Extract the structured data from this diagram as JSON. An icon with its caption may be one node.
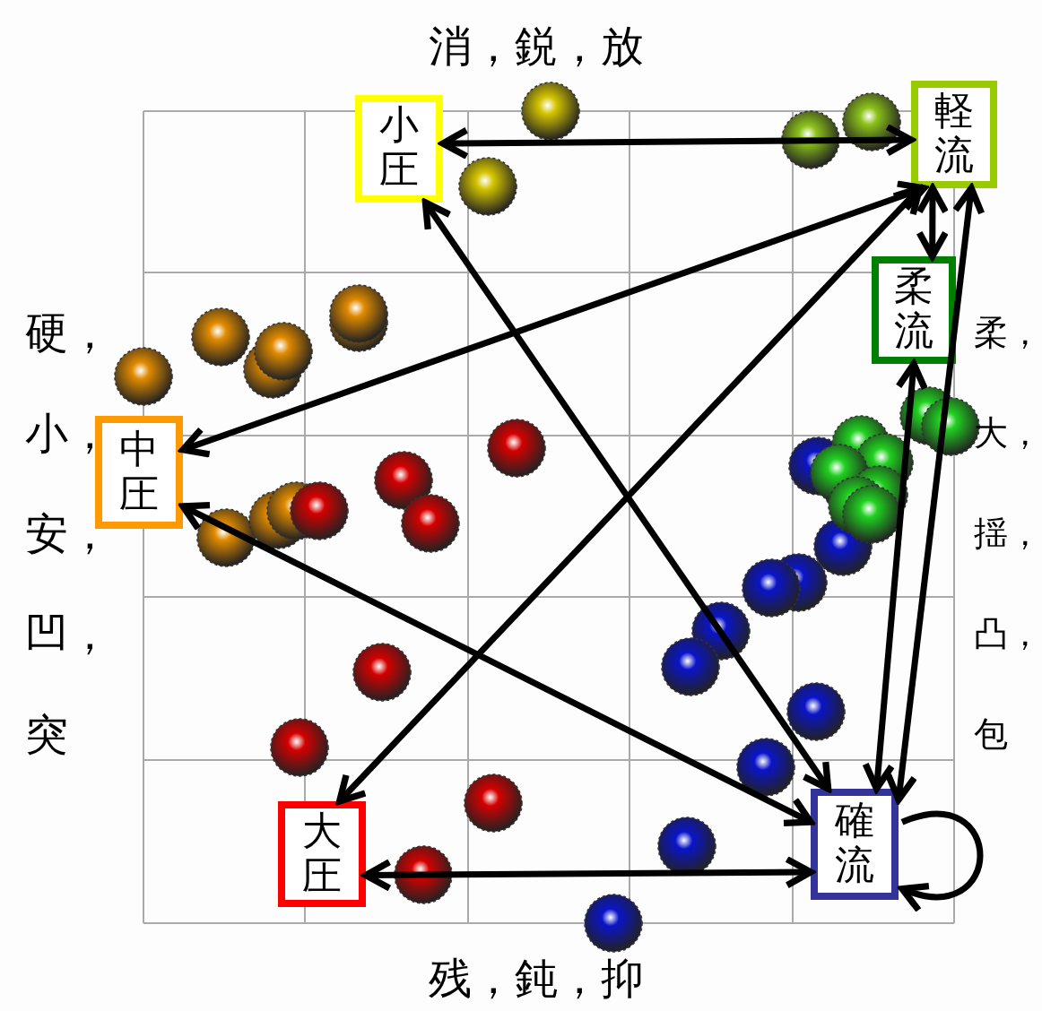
{
  "diagram": {
    "nodes": [
      {
        "text": [
          "小圧"
        ]
      },
      {
        "text": [
          "軽流"
        ]
      },
      {
        "text": [
          "柔流"
        ]
      },
      {
        "text": [
          "中圧"
        ]
      },
      {
        "text": [
          "大圧"
        ]
      },
      {
        "text": [
          "確流"
        ]
      }
    ],
    "edges": [
      {
        "from": 0,
        "to": 1,
        "arrow": "both"
      },
      {
        "from": 3,
        "to": 1,
        "arrow": "both"
      },
      {
        "from": 1,
        "to": 2,
        "arrow": "both"
      },
      {
        "from": 4,
        "to": 1,
        "arrow": "both"
      },
      {
        "from": 0,
        "to": 5,
        "arrow": "both"
      },
      {
        "from": 3,
        "to": 5,
        "arrow": "both"
      },
      {
        "from": 4,
        "to": 5,
        "arrow": "both"
      },
      {
        "from": 2,
        "to": 5,
        "arrow": "both"
      },
      {
        "from": 1,
        "to": 5,
        "arrow": "both"
      },
      {
        "from": 5,
        "to": 5,
        "arrow": "to"
      }
    ],
    "labels": [
      "消，鋭，放",
      "硬，小，安，凹，突",
      "柔，大，揺，凸，包",
      "残，鈍，抑"
    ]
  }
}
